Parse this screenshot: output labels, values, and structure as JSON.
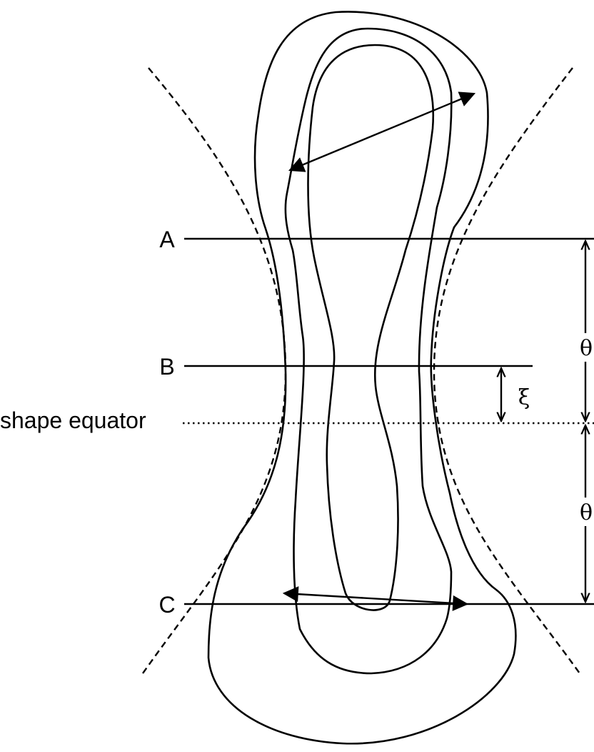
{
  "labels": {
    "line_a": "A",
    "line_b": "B",
    "line_c": "C",
    "equator": "shape equator",
    "theta_upper": "θ",
    "theta_lower": "θ",
    "xi": "ξ"
  },
  "colors": {
    "stroke": "#000000",
    "background": "#ffffff"
  }
}
